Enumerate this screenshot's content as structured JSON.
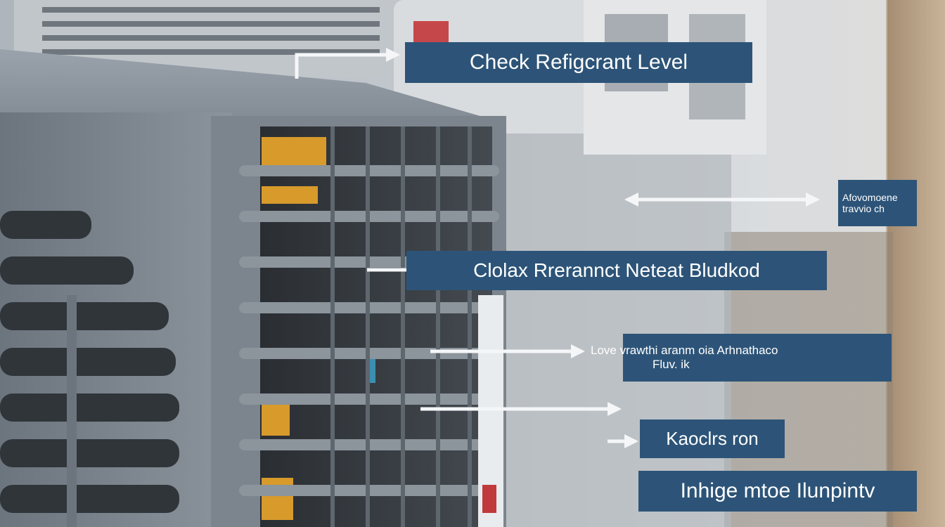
{
  "annotations": {
    "label_1": "Check Refigcrant Level",
    "label_2_line_1": "Afovomoene",
    "label_2_line_2": "travvio ch",
    "label_3": "Clolax Rrerannct  Neteat Bludkod",
    "label_4_line_1": "Love vrawthi aranm oia    Arhnathaco",
    "label_4_line_2": "Fluv.                           ik",
    "label_5": "Kaoclrs ron",
    "label_6": "Inhige mtoe Ilunpintv"
  },
  "colors": {
    "label_fill": "#2d5478",
    "arrow": "#f4f6f8",
    "condenser_gray": "#5f6872",
    "fin_orange": "#d79a2b"
  }
}
